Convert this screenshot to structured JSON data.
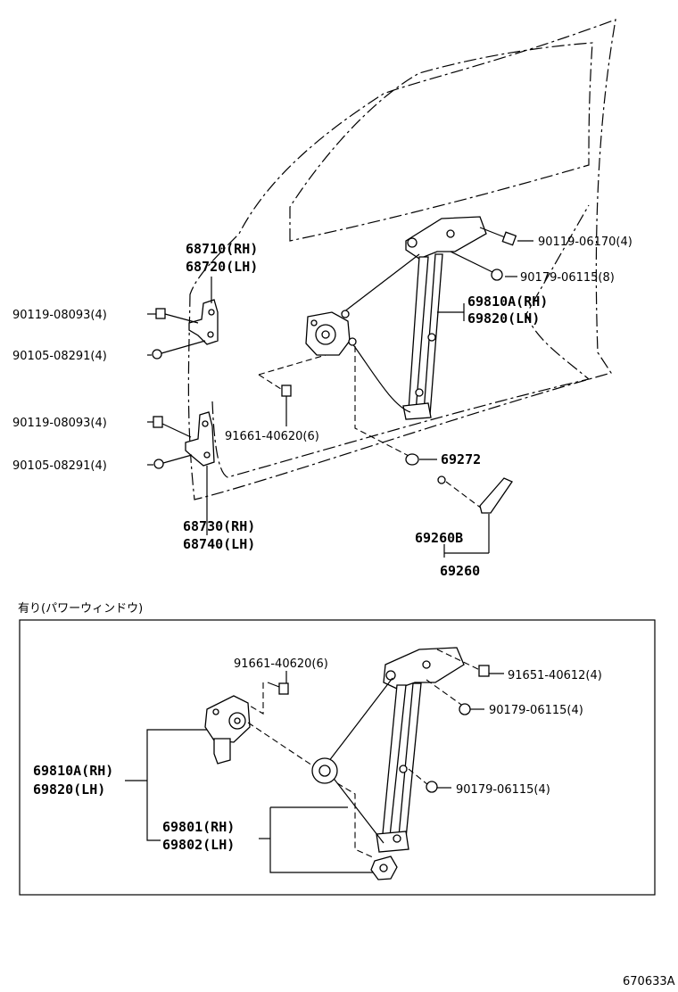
{
  "labels": {
    "hinge_upper_rh": "68710(RH)",
    "hinge_upper_lh": "68720(LH)",
    "hinge_lower_rh": "68730(RH)",
    "hinge_lower_lh": "68740(LH)",
    "bolt_a1": "90119-08093(4)",
    "nut_a1": "90105-08291(4)",
    "bolt_a2": "90119-08093(4)",
    "nut_a2": "90105-08291(4)",
    "bolt_top_right": "90119-06170(4)",
    "nut_top_right": "90179-06115(8)",
    "regulator_rh": "69810A(RH)",
    "regulator_lh": "69820(LH)",
    "screw_mid": "91661-40620(6)",
    "washer": "69272",
    "handle_sub": "69260B",
    "handle": "69260"
  },
  "power_window": {
    "title": "有り(パワーウィンドウ)",
    "screw_top": "91661-40620(6)",
    "bolt_right": "91651-40612(4)",
    "nut_right_1": "90179-06115(4)",
    "nut_right_2": "90179-06115(4)",
    "regulator_rh": "69810A(RH)",
    "regulator_lh": "69820(LH)",
    "motor_rh": "69801(RH)",
    "motor_lh": "69802(LH)"
  },
  "figure_code": "670633A"
}
